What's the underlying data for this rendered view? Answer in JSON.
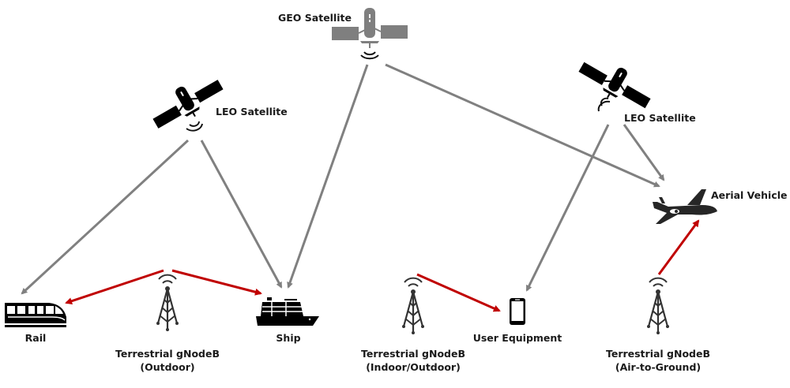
{
  "title": "Non-terrestrial and terrestrial network connectivity",
  "colors": {
    "satellite_link": "#808080",
    "terrestrial_link": "#c00000",
    "icon_dark": "#000000",
    "icon_geo": "#7f7f7f",
    "text": "#1a1a1a"
  },
  "nodes": {
    "geo_satellite": {
      "label": "GEO Satellite",
      "icon": "satellite-icon"
    },
    "leo_satellite_left": {
      "label": "LEO Satellite",
      "icon": "satellite-icon"
    },
    "leo_satellite_right": {
      "label": "LEO Satellite",
      "icon": "satellite-icon"
    },
    "aerial_vehicle": {
      "label": "Aerial Vehicle",
      "icon": "airplane-icon"
    },
    "rail": {
      "label": "Rail",
      "icon": "train-icon"
    },
    "ship": {
      "label": "Ship",
      "icon": "ship-icon"
    },
    "user_equipment": {
      "label": "User Equipment",
      "icon": "smartphone-icon"
    },
    "gnb_outdoor": {
      "label_line1": "Terrestrial gNodeB",
      "label_line2": "(Outdoor)",
      "icon": "cell-tower-icon"
    },
    "gnb_indoor_outdoor": {
      "label_line1": "Terrestrial gNodeB",
      "label_line2": "(Indoor/Outdoor)",
      "icon": "cell-tower-icon"
    },
    "gnb_air_to_ground": {
      "label_line1": "Terrestrial gNodeB",
      "label_line2": "(Air-to-Ground)",
      "icon": "cell-tower-icon"
    }
  },
  "links": [
    {
      "from": "leo_satellite_left",
      "to": "rail",
      "type": "satellite"
    },
    {
      "from": "leo_satellite_left",
      "to": "ship",
      "type": "satellite"
    },
    {
      "from": "geo_satellite",
      "to": "ship",
      "type": "satellite"
    },
    {
      "from": "geo_satellite",
      "to": "aerial_vehicle",
      "type": "satellite"
    },
    {
      "from": "leo_satellite_right",
      "to": "aerial_vehicle",
      "type": "satellite"
    },
    {
      "from": "leo_satellite_right",
      "to": "user_equipment",
      "type": "satellite"
    },
    {
      "from": "gnb_outdoor",
      "to": "rail",
      "type": "terrestrial"
    },
    {
      "from": "gnb_outdoor",
      "to": "ship",
      "type": "terrestrial"
    },
    {
      "from": "gnb_indoor_outdoor",
      "to": "user_equipment",
      "type": "terrestrial"
    },
    {
      "from": "gnb_air_to_ground",
      "to": "aerial_vehicle",
      "type": "terrestrial"
    }
  ]
}
